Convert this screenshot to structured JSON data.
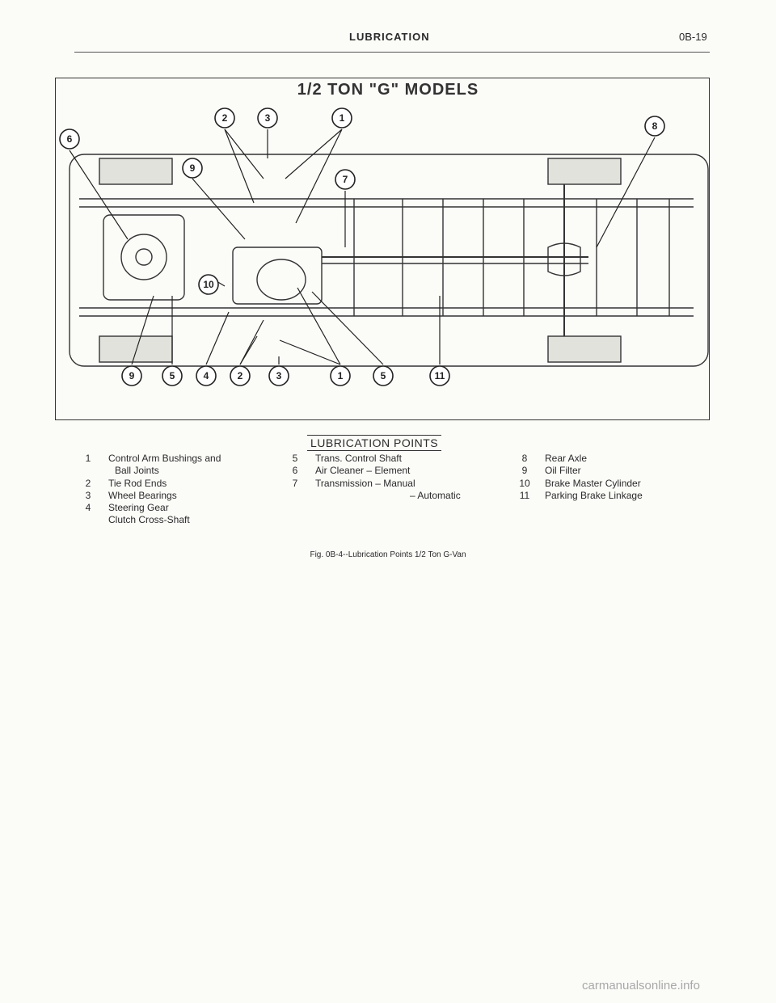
{
  "header": {
    "section": "LUBRICATION",
    "page": "0B-19"
  },
  "figure": {
    "title": "1/2 TON \"G\" MODELS",
    "callouts_top": [
      "2",
      "3",
      "1",
      "6",
      "9",
      "7",
      "8",
      "10"
    ],
    "callouts_bottom": [
      "9",
      "5",
      "4",
      "2",
      "3",
      "1",
      "5",
      "11"
    ]
  },
  "legend": {
    "title": "LUBRICATION POINTS",
    "col1": [
      {
        "num": "1",
        "text": "Control Arm Bushings and"
      },
      {
        "num": "",
        "text": "Ball Joints"
      },
      {
        "num": "2",
        "text": "Tie Rod Ends"
      },
      {
        "num": "3",
        "text": "Wheel Bearings"
      },
      {
        "num": "4",
        "text": "Steering Gear"
      },
      {
        "num": "",
        "text": "Clutch Cross-Shaft"
      }
    ],
    "col2": [
      {
        "num": "5",
        "text": "Trans. Control Shaft"
      },
      {
        "num": "6",
        "text": "Air Cleaner – Element"
      },
      {
        "num": "7",
        "text": "Transmission   – Manual"
      },
      {
        "num": "",
        "text": "– Automatic"
      }
    ],
    "col3": [
      {
        "num": "8",
        "text": "Rear Axle"
      },
      {
        "num": "9",
        "text": "Oil Filter"
      },
      {
        "num": "10",
        "text": "Brake Master Cylinder"
      },
      {
        "num": "11",
        "text": "Parking Brake Linkage"
      }
    ]
  },
  "caption": "Fig. 0B-4--Lubrication Points 1/2 Ton G-Van",
  "watermark": "carmanualsonline.info"
}
